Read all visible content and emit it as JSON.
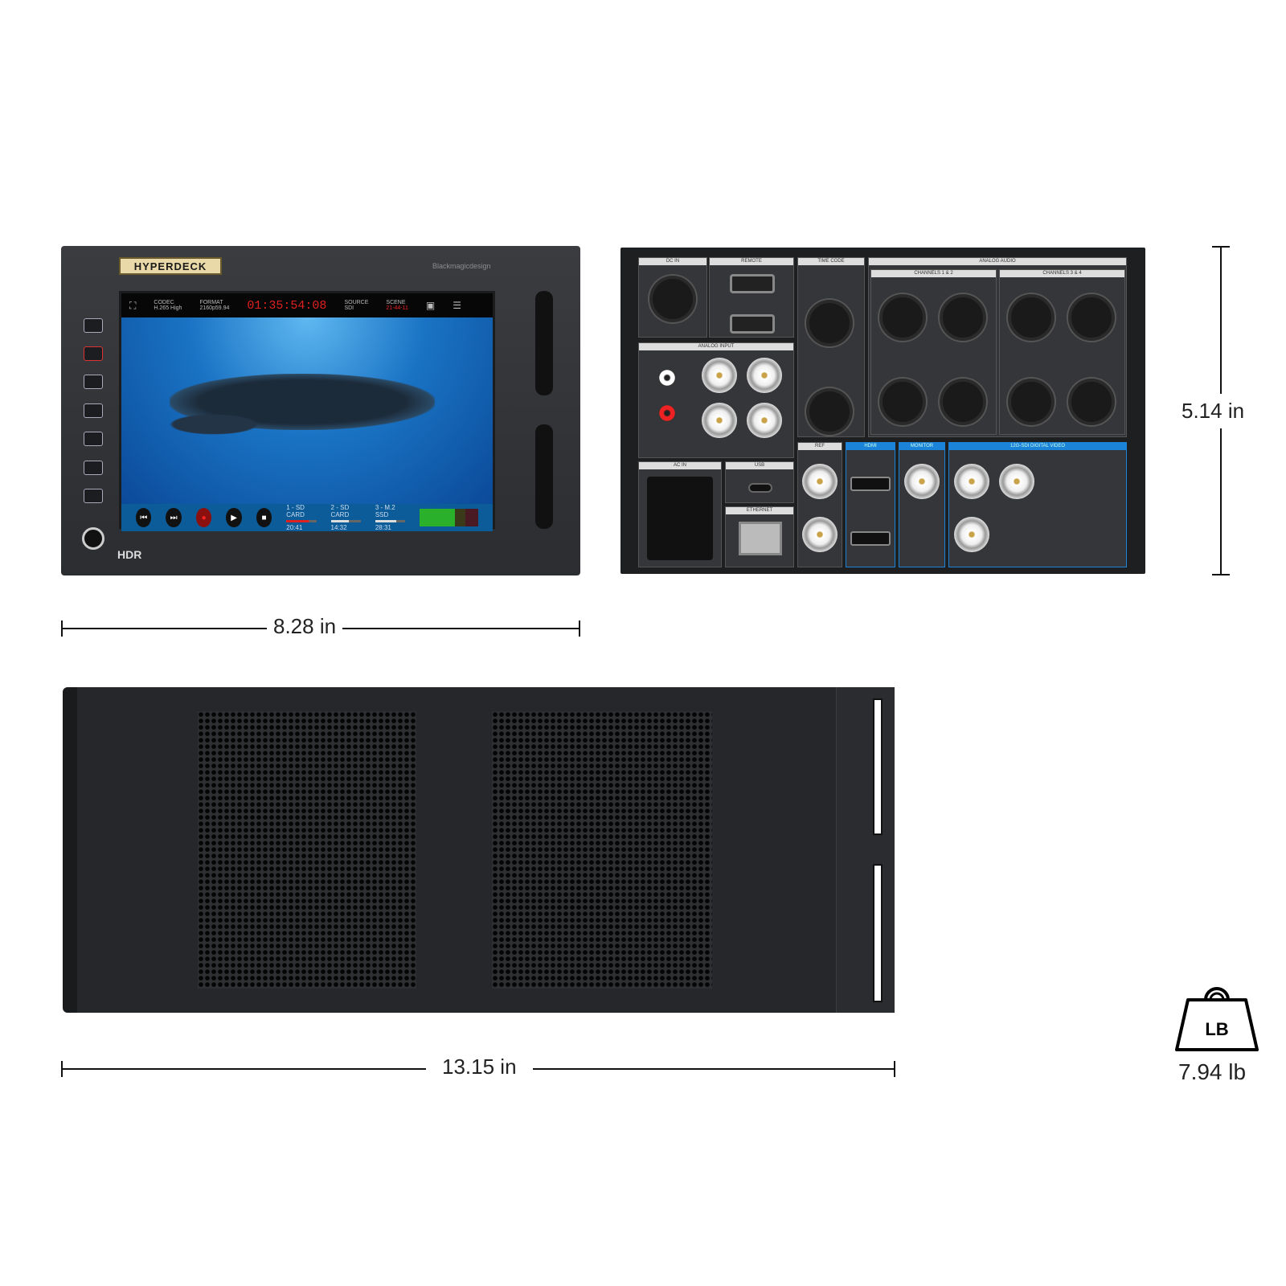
{
  "front": {
    "logo": "HYPERDECK",
    "brand": "Blackmagicdesign",
    "hdr_label": "HDR",
    "screen": {
      "codec_label": "CODEC",
      "codec": "H.265 High",
      "format_label": "FORMAT",
      "format": "2160p59.94",
      "timecode": "01:35:54:08",
      "source_label": "SOURCE",
      "source": "SDI",
      "scene_label": "SCENE",
      "scene": "21-44-11",
      "controls": [
        "prev-icon",
        "next-icon",
        "record-icon",
        "play-icon",
        "stop-icon"
      ],
      "disks": [
        {
          "label": "1 - SD CARD",
          "time": "20:41",
          "fill": 0.75
        },
        {
          "label": "2 - SD CARD",
          "time": "14:32",
          "fill": 0.6
        },
        {
          "label": "3 - M.2 SSD",
          "time": "28:31",
          "fill": 0.7
        }
      ]
    }
  },
  "rear": {
    "dc_in": "DC IN",
    "remote": "REMOTE",
    "timecode": "TIME CODE",
    "analog_audio": "ANALOG AUDIO",
    "ch12": "CHANNELS 1 & 2",
    "ch34": "CHANNELS 3 & 4",
    "analog_input": "ANALOG INPUT",
    "ac_in": "AC IN",
    "usb": "USB",
    "ethernet": "ETHERNET",
    "ref": "REF",
    "hdmi": "HDMI",
    "monitor": "MONITOR",
    "sdi": "12G-SDI DIGITAL VIDEO"
  },
  "dimensions": {
    "width": "8.28 in",
    "height": "5.14 in",
    "depth": "13.15 in",
    "weight": "7.94 lb",
    "weight_icon_text": "LB"
  }
}
